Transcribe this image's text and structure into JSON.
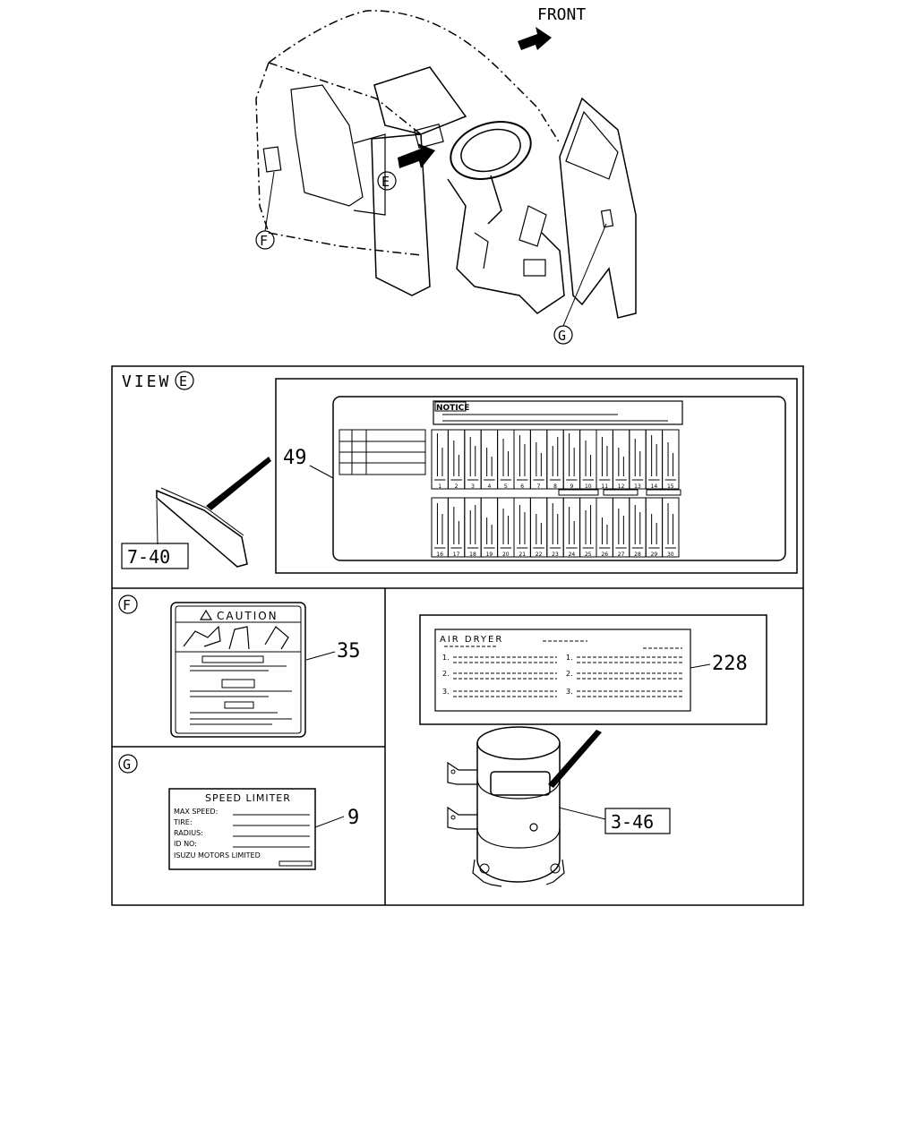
{
  "top": {
    "front_label": "FRONT",
    "callouts": {
      "e": "E",
      "f": "F",
      "g": "G"
    }
  },
  "view_e": {
    "title": "VIEW",
    "circle": "E",
    "part_label": "49",
    "ref_label": "7-40",
    "notice": "NOTICE",
    "fuse_numbers_top": [
      "1",
      "2",
      "3",
      "4",
      "5",
      "6",
      "7",
      "8",
      "9",
      "10",
      "11",
      "12",
      "13",
      "14",
      "15"
    ],
    "fuse_numbers_bottom": [
      "16",
      "17",
      "18",
      "19",
      "20",
      "21",
      "22",
      "23",
      "24",
      "25",
      "26",
      "27",
      "28",
      "29",
      "30"
    ]
  },
  "view_f": {
    "circle": "F",
    "caution": "CAUTION",
    "part_label": "35"
  },
  "view_g": {
    "circle": "G",
    "title": "SPEED LIMITER",
    "rows": [
      "MAX SPEED:",
      "TIRE:",
      "RADIUS:",
      "ID NO:"
    ],
    "maker": "ISUZU MOTORS LIMITED",
    "part_label": "9"
  },
  "air_dryer": {
    "title": "AIR DRYER",
    "left_items": [
      "1.",
      "2.",
      "3."
    ],
    "right_items": [
      "1.",
      "2.",
      "3."
    ],
    "part_label": "228",
    "ref_label": "3-46"
  }
}
